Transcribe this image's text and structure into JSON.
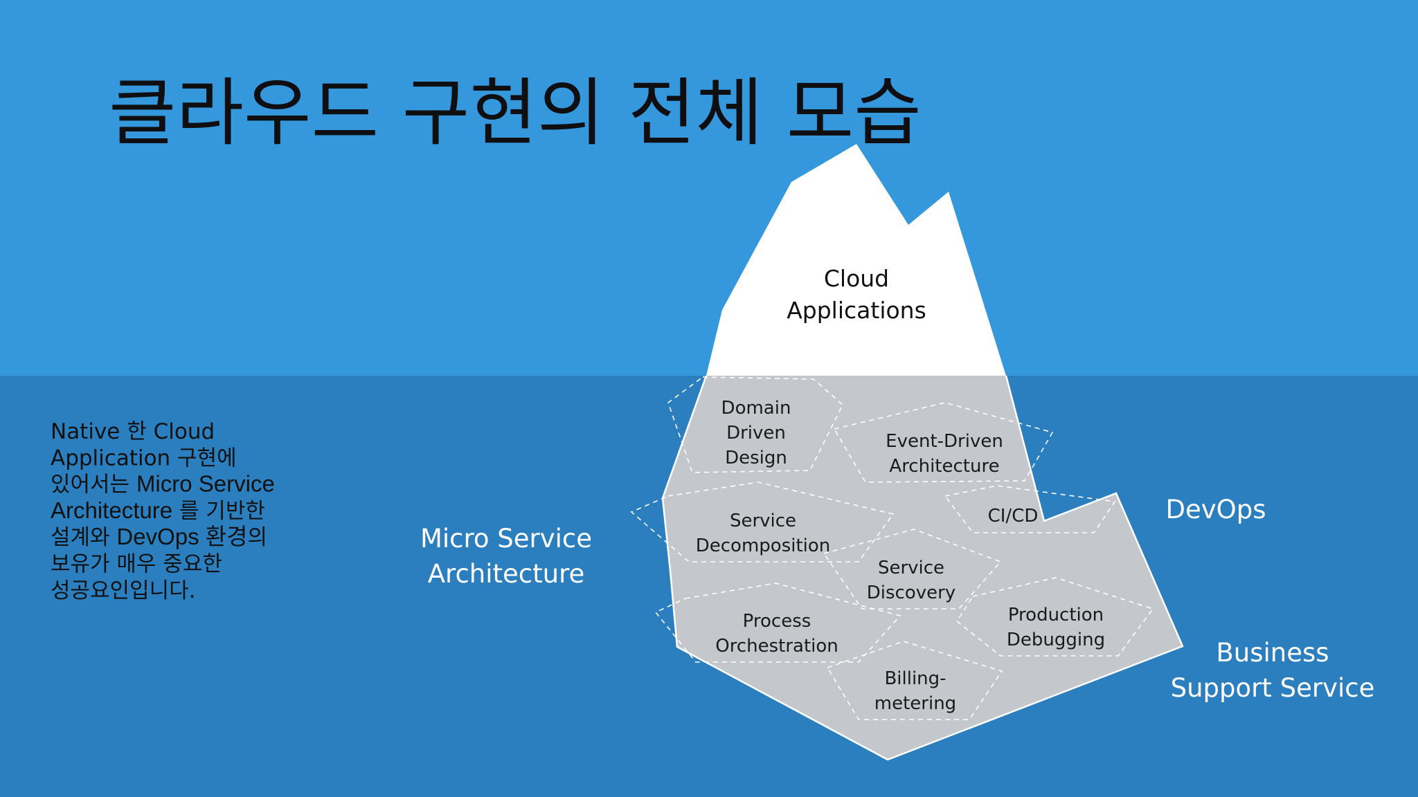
{
  "title": "클라우드 구현의 전체 모습",
  "description": {
    "lines": [
      [
        {
          "t": "Native 한 Cloud",
          "b": false
        }
      ],
      [
        {
          "t": "Application 구현에",
          "b": false
        }
      ],
      [
        {
          "t": "있어서는 ",
          "b": false
        },
        {
          "t": "Micro Service",
          "b": true
        }
      ],
      [
        {
          "t": "Architecture",
          "b": true
        },
        {
          "t": " 를 기반한",
          "b": false
        }
      ],
      [
        {
          "t": "설계와 ",
          "b": false
        },
        {
          "t": "DevOps 환경",
          "b": true
        },
        {
          "t": "의",
          "b": false
        }
      ],
      [
        {
          "t": "보유가 매우 중요한",
          "b": false
        }
      ],
      [
        {
          "t": "성공요인입니다.",
          "b": false
        }
      ]
    ]
  },
  "iceberg": {
    "tip_label": [
      "Cloud",
      "Applications"
    ]
  },
  "nodes": [
    {
      "id": "domain-driven-design",
      "lines": [
        "Domain",
        "Driven",
        "Design"
      ]
    },
    {
      "id": "event-driven-architecture",
      "lines": [
        "Event-Driven",
        "Architecture"
      ]
    },
    {
      "id": "ci-cd",
      "lines": [
        "CI/CD"
      ]
    },
    {
      "id": "service-decomposition",
      "lines": [
        "Service",
        "Decomposition"
      ]
    },
    {
      "id": "service-discovery",
      "lines": [
        "Service",
        "Discovery"
      ]
    },
    {
      "id": "process-orchestration",
      "lines": [
        "Process",
        "Orchestration"
      ]
    },
    {
      "id": "production-debugging",
      "lines": [
        "Production",
        "Debugging"
      ]
    },
    {
      "id": "billing-metering",
      "lines": [
        "Billing-",
        "metering"
      ]
    }
  ],
  "side_labels": {
    "micro_service": [
      "Micro Service",
      "Architecture"
    ],
    "devops": [
      "DevOps"
    ],
    "business": [
      "Business",
      "Support Service"
    ]
  },
  "colors": {
    "sky": "#3597dc",
    "water": "#2c7fbe",
    "ice_top": "#ffffff",
    "ice_under": "#c4c7cc"
  }
}
